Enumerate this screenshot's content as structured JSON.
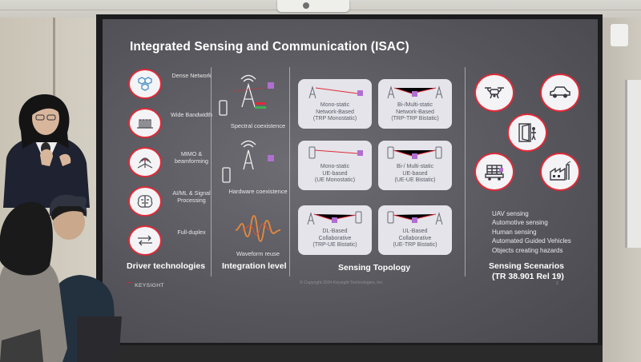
{
  "slide": {
    "title": "Integrated Sensing and Communication (ISAC)",
    "driver_technologies": {
      "heading": "Driver technologies",
      "items": [
        {
          "label": "Dense Network",
          "icon": "hexagon-network-icon"
        },
        {
          "label": "Wide Bandwidth",
          "icon": "bandwidth-bars-icon"
        },
        {
          "label": "MIMO & beamforming",
          "icon": "mimo-antenna-icon"
        },
        {
          "label": "AI/ML & Signal Processing",
          "icon": "brain-icon"
        },
        {
          "label": "Full-duplex",
          "icon": "full-duplex-arrows-icon"
        }
      ]
    },
    "integration_level": {
      "heading": "Integration level",
      "items": [
        {
          "label": "Spectral coexistence",
          "icon": "tower-spectrum-icon"
        },
        {
          "label": "Hardware coexistence",
          "icon": "tower-phone-icon"
        },
        {
          "label": "Waveform reuse",
          "icon": "waveform-icon"
        }
      ]
    },
    "sensing_topology": {
      "heading": "Sensing Topology",
      "boxes": [
        {
          "lines": [
            "Mono-static",
            "Network-Based",
            "(TRP Monostatic)"
          ]
        },
        {
          "lines": [
            "Bi-/Multi-static",
            "Network-Based",
            "(TRP-TRP Bistatic)"
          ]
        },
        {
          "lines": [
            "Mono-static",
            "UE-based",
            "(UE Monostatic)"
          ]
        },
        {
          "lines": [
            "Bi-/ Multi-static",
            "UE-based",
            "(UE-UE Bistatic)"
          ]
        },
        {
          "lines": [
            "DL-Based",
            "Collaborative",
            "(TRP-UE Bistatic)"
          ]
        },
        {
          "lines": [
            "UL-Based",
            "Collaborative",
            "(UE-TRP Bistatic)"
          ]
        }
      ]
    },
    "sensing_scenarios": {
      "heading_line1": "Sensing Scenarios",
      "heading_line2": "(TR 38.901 Rel 19)",
      "icons": [
        "drone-icon",
        "car-icon",
        "person-door-icon",
        "agv-icon",
        "factory-icon"
      ],
      "items": [
        "UAV sensing",
        "Automotive sensing",
        "Human sensing",
        "Automated Guided Vehicles",
        "Objects creating hazards"
      ]
    },
    "logo_text": "KEYSIGHT",
    "footnote": "© Copyright 2024 Keysight Technologies, Inc.",
    "page_number": "2"
  },
  "colors": {
    "accent_red": "#e02a38",
    "slide_bg": "#5c5c62",
    "box_bg": "#e4e4ea"
  }
}
